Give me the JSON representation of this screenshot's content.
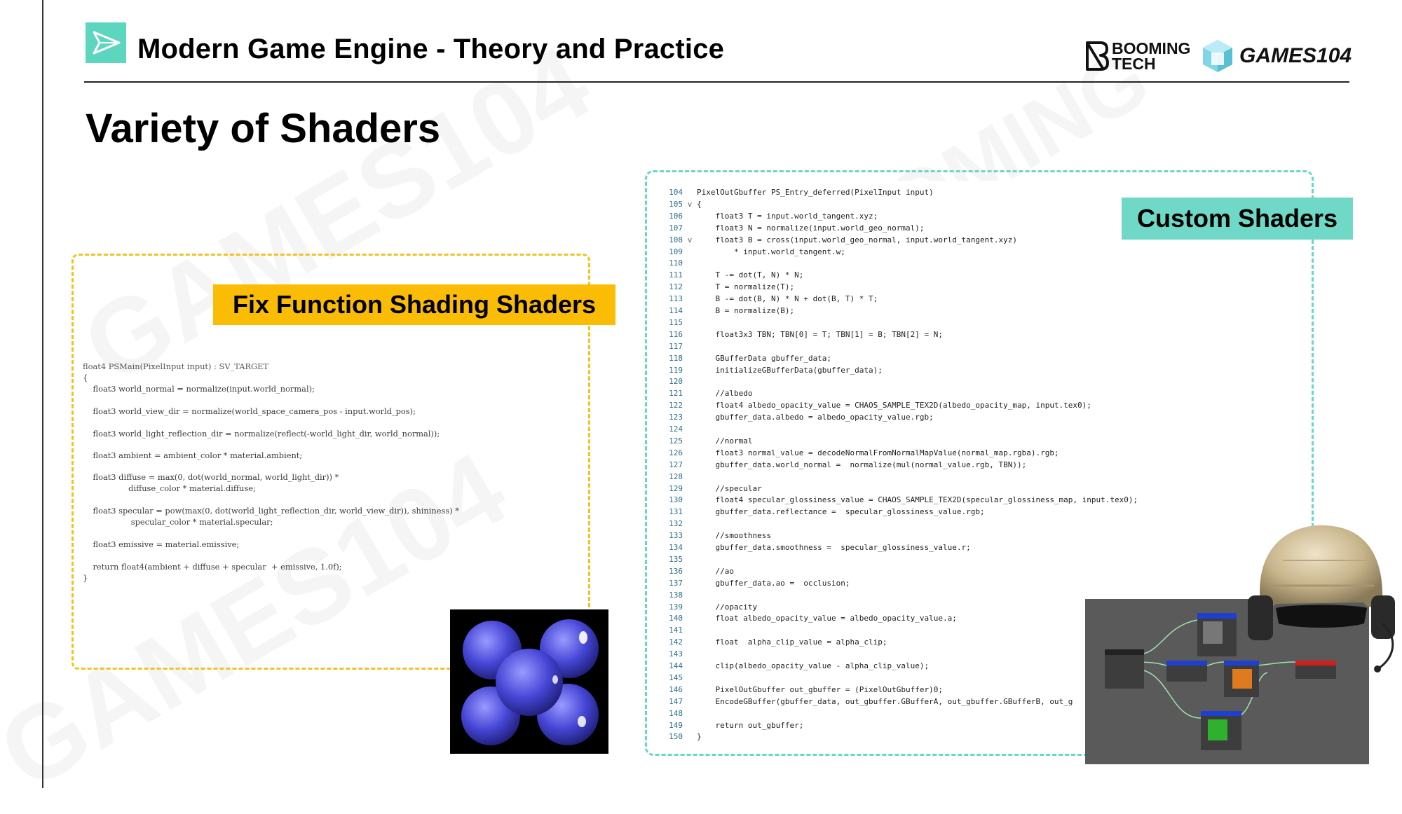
{
  "header": {
    "title": "Modern Game Engine - Theory and Practice",
    "brand_booming_line1": "BOOMING",
    "brand_booming_line2": "TECH",
    "brand_games": "GAMES104"
  },
  "slide": {
    "title": "Variety of Shaders"
  },
  "fix_section": {
    "label": "Fix Function Shading Shaders",
    "code": [
      "float4 PSMain(PixelInput input) : SV_TARGET",
      "{",
      "    float3 world_normal = normalize(input.world_normal);",
      "    float3 world_view_dir = normalize(world_space_camera_pos - input.world_pos);",
      "    float3 world_light_reflection_dir = normalize(reflect(-world_light_dir, world_normal));",
      "    float3 ambient = ambient_color * material.ambient;",
      "    float3 diffuse = max(0, dot(world_normal, world_light_dir)) *",
      "                  diffuse_color * material.diffuse;",
      "    float3 specular = pow(max(0, dot(world_light_reflection_dir, world_view_dir)), shininess) *",
      "                   specular_color * material.specular;",
      "    float3 emissive = material.emissive;",
      "    return float4(ambient + diffuse + specular  + emissive, 1.0f);",
      "}"
    ]
  },
  "custom_section": {
    "label": "Custom Shaders",
    "code": [
      {
        "n": "104",
        "fold": "",
        "t": "PixelOutGbuffer PS_Entry_deferred(PixelInput input)"
      },
      {
        "n": "105",
        "fold": "v",
        "t": "{"
      },
      {
        "n": "106",
        "fold": "",
        "t": "    float3 T = input.world_tangent.xyz;"
      },
      {
        "n": "107",
        "fold": "",
        "t": "    float3 N = normalize(input.world_geo_normal);"
      },
      {
        "n": "108",
        "fold": "v",
        "t": "    float3 B = cross(input.world_geo_normal, input.world_tangent.xyz)"
      },
      {
        "n": "109",
        "fold": "",
        "t": "        * input.world_tangent.w;"
      },
      {
        "n": "110",
        "fold": "",
        "t": ""
      },
      {
        "n": "111",
        "fold": "",
        "t": "    T -= dot(T, N) * N;"
      },
      {
        "n": "112",
        "fold": "",
        "t": "    T = normalize(T);"
      },
      {
        "n": "113",
        "fold": "",
        "t": "    B -= dot(B, N) * N + dot(B, T) * T;"
      },
      {
        "n": "114",
        "fold": "",
        "t": "    B = normalize(B);"
      },
      {
        "n": "115",
        "fold": "",
        "t": ""
      },
      {
        "n": "116",
        "fold": "",
        "t": "    float3x3 TBN; TBN[0] = T; TBN[1] = B; TBN[2] = N;"
      },
      {
        "n": "117",
        "fold": "",
        "t": ""
      },
      {
        "n": "118",
        "fold": "",
        "t": "    GBufferData gbuffer_data;"
      },
      {
        "n": "119",
        "fold": "",
        "t": "    initializeGBufferData(gbuffer_data);"
      },
      {
        "n": "120",
        "fold": "",
        "t": ""
      },
      {
        "n": "121",
        "fold": "",
        "t": "    //albedo"
      },
      {
        "n": "122",
        "fold": "",
        "t": "    float4 albedo_opacity_value = CHAOS_SAMPLE_TEX2D(albedo_opacity_map, input.tex0);"
      },
      {
        "n": "123",
        "fold": "",
        "t": "    gbuffer_data.albedo = albedo_opacity_value.rgb;"
      },
      {
        "n": "124",
        "fold": "",
        "t": ""
      },
      {
        "n": "125",
        "fold": "",
        "t": "    //normal"
      },
      {
        "n": "126",
        "fold": "",
        "t": "    float3 normal_value = decodeNormalFromNormalMapValue(normal_map.rgba).rgb;"
      },
      {
        "n": "127",
        "fold": "",
        "t": "    gbuffer_data.world_normal =  normalize(mul(normal_value.rgb, TBN));"
      },
      {
        "n": "128",
        "fold": "",
        "t": ""
      },
      {
        "n": "129",
        "fold": "",
        "t": "    //specular"
      },
      {
        "n": "130",
        "fold": "",
        "t": "    float4 specular_glossiness_value = CHAOS_SAMPLE_TEX2D(specular_glossiness_map, input.tex0);"
      },
      {
        "n": "131",
        "fold": "",
        "t": "    gbuffer_data.reflectance =  specular_glossiness_value.rgb;"
      },
      {
        "n": "132",
        "fold": "",
        "t": ""
      },
      {
        "n": "133",
        "fold": "",
        "t": "    //smoothness"
      },
      {
        "n": "134",
        "fold": "",
        "t": "    gbuffer_data.smoothness =  specular_glossiness_value.r;"
      },
      {
        "n": "135",
        "fold": "",
        "t": ""
      },
      {
        "n": "136",
        "fold": "",
        "t": "    //ao"
      },
      {
        "n": "137",
        "fold": "",
        "t": "    gbuffer_data.ao =  occlusion;"
      },
      {
        "n": "138",
        "fold": "",
        "t": ""
      },
      {
        "n": "139",
        "fold": "",
        "t": "    //opacity"
      },
      {
        "n": "140",
        "fold": "",
        "t": "    float albedo_opacity_value = albedo_opacity_value.a;"
      },
      {
        "n": "141",
        "fold": "",
        "t": ""
      },
      {
        "n": "142",
        "fold": "",
        "t": "    float  alpha_clip_value = alpha_clip;"
      },
      {
        "n": "143",
        "fold": "",
        "t": ""
      },
      {
        "n": "144",
        "fold": "",
        "t": "    clip(albedo_opacity_value - alpha_clip_value);"
      },
      {
        "n": "145",
        "fold": "",
        "t": ""
      },
      {
        "n": "146",
        "fold": "",
        "t": "    PixelOutGbuffer out_gbuffer = (PixelOutGbuffer)0;"
      },
      {
        "n": "147",
        "fold": "",
        "t": "    EncodeGBuffer(gbuffer_data, out_gbuffer.GBufferA, out_gbuffer.GBufferB, out_g"
      },
      {
        "n": "148",
        "fold": "",
        "t": ""
      },
      {
        "n": "149",
        "fold": "",
        "t": "    return out_gbuffer;"
      },
      {
        "n": "150",
        "fold": "",
        "t": "}"
      }
    ]
  },
  "colors": {
    "fix_accent": "#fbbc05",
    "custom_accent": "#6fd8c6",
    "logo_teal": "#5dd6c0"
  }
}
